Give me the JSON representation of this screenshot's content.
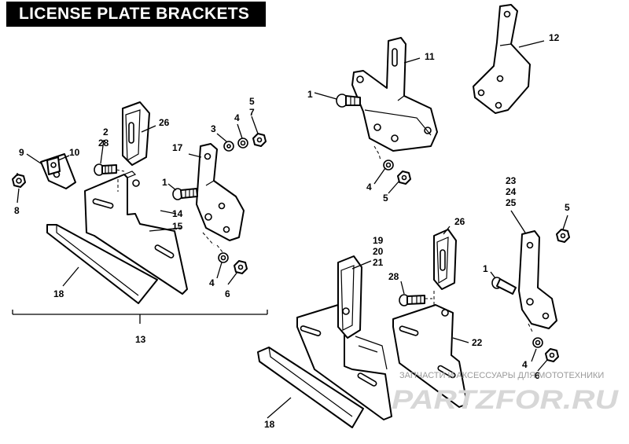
{
  "title": "LICENSE PLATE BRACKETS",
  "callouts": {
    "c1a": "1",
    "c1b": "1",
    "c1c": "1",
    "c2": "2",
    "c28a": "28",
    "c26a": "26",
    "c3": "3",
    "c4a": "4",
    "c5a": "5",
    "c7": "7",
    "c9": "9",
    "c10": "10",
    "c8": "8",
    "c17": "17",
    "c14": "14",
    "c15": "15",
    "c18a": "18",
    "c13": "13",
    "c4b": "4",
    "c6a": "6",
    "c11": "11",
    "c12": "12",
    "c4c": "4",
    "c5b": "5",
    "c23": "23",
    "c24": "24",
    "c25": "25",
    "c5c": "5",
    "c26b": "26",
    "c19": "19",
    "c20": "20",
    "c21": "21",
    "c28b": "28",
    "c22": "22",
    "c4d": "4",
    "c6b": "6",
    "c18b": "18"
  },
  "watermark": {
    "caption": "ЗАПЧАСТИ И АКСЕССУАРЫ ДЛЯ МОТОТЕХНИКИ",
    "logo": "PARTZFOR.RU"
  }
}
